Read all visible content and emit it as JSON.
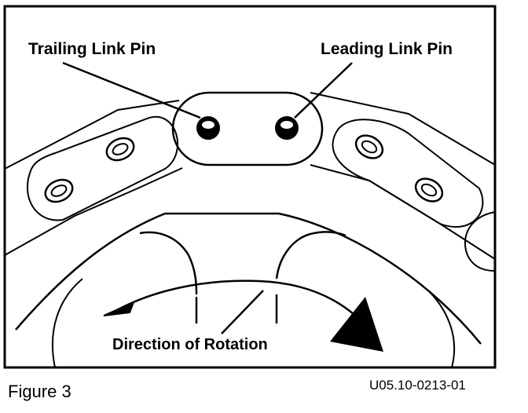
{
  "labels": {
    "trailing_pin": "Trailing Link Pin",
    "leading_pin": "Leading Link Pin",
    "rotation": "Direction of Rotation"
  },
  "caption": {
    "figure": "Figure 3",
    "code": "U05.10-0213-01"
  },
  "colors": {
    "ink": "#000000",
    "paper": "#ffffff"
  }
}
